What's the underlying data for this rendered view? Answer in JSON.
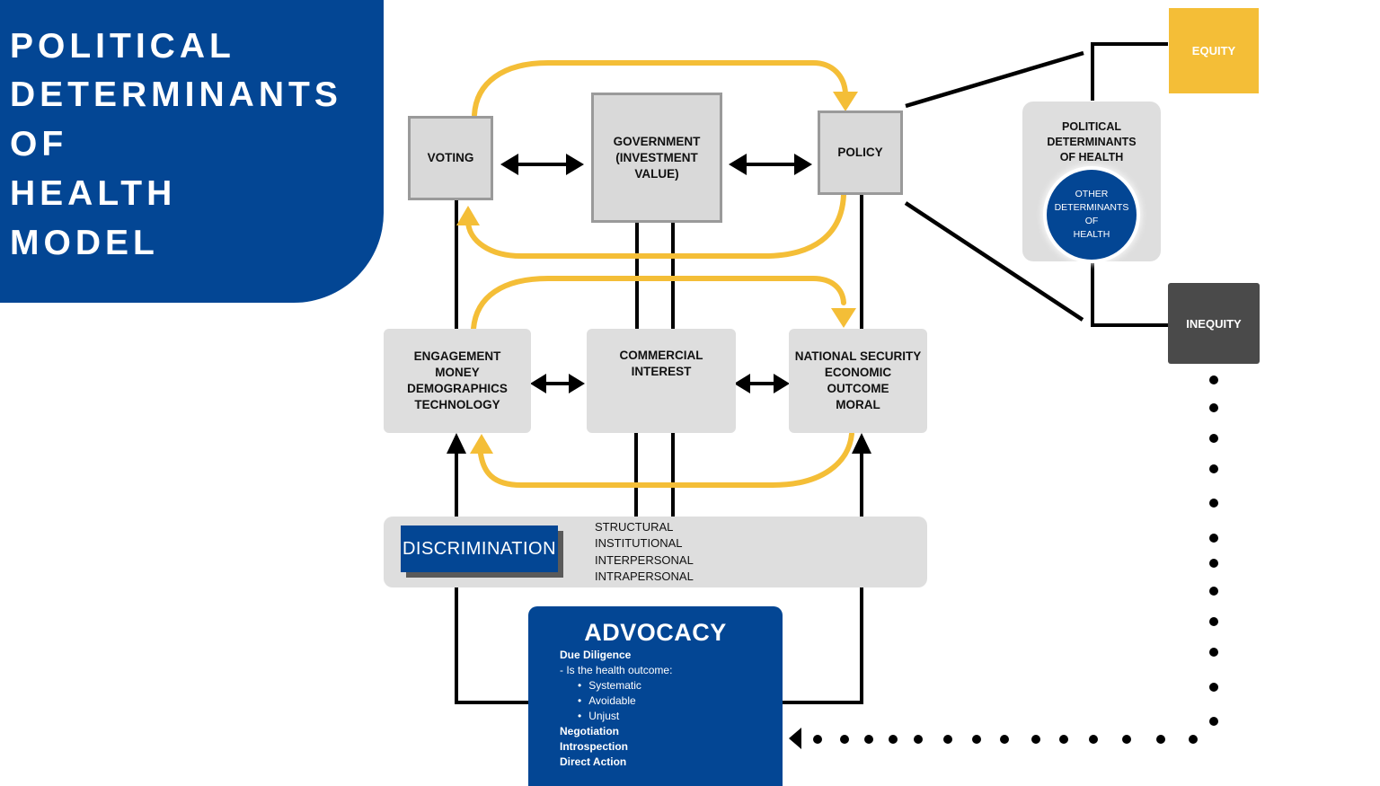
{
  "title": {
    "lines": [
      "POLITICAL",
      "DETERMINANTS",
      "OF",
      "HEALTH",
      "MODEL"
    ]
  },
  "top_row": {
    "voting": "VOTING",
    "government": [
      "GOVERNMENT",
      "(INVESTMENT",
      "VALUE)"
    ],
    "policy": "POLICY"
  },
  "middle_row": {
    "engagement": [
      "ENGAGEMENT",
      "MONEY",
      "DEMOGRAPHICS",
      "TECHNOLOGY"
    ],
    "commercial": [
      "COMMERCIAL",
      "INTEREST"
    ],
    "national": [
      "NATIONAL SECURITY",
      "ECONOMIC",
      "OUTCOME",
      "MORAL"
    ]
  },
  "discrimination": {
    "label": "DISCRIMINATION",
    "types": [
      "STRUCTURAL",
      "INSTITUTIONAL",
      "INTERPERSONAL",
      "INTRAPERSONAL"
    ]
  },
  "advocacy": {
    "title": "ADVOCACY",
    "due_diligence": "Due Diligence",
    "question": "- Is the health outcome:",
    "criteria": [
      "Systematic",
      "Avoidable",
      "Unjust"
    ],
    "negotiation": "Negotiation",
    "introspection": "Introspection",
    "direct_action": "Direct Action"
  },
  "outcomes": {
    "pdh_title": [
      "POLITICAL",
      "DETERMINANTS",
      "OF HEALTH"
    ],
    "other_determinants": [
      "OTHER",
      "DETERMINANTS",
      "OF",
      "HEALTH"
    ],
    "equity": "EQUITY",
    "inequity": "INEQUITY"
  },
  "colors": {
    "brand_blue": "#034694",
    "loop_yellow": "#F4BE37",
    "equity_yellow": "#F4BE37",
    "inequity_gray": "#4A4A4A",
    "box_gray": "#DEDEDE"
  }
}
